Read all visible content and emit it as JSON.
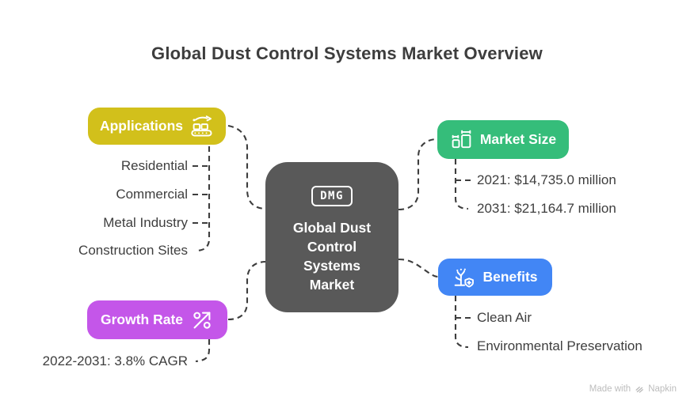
{
  "title": "Global Dust Control Systems Market Overview",
  "colors": {
    "applications": "#d2c01b",
    "market_size": "#35bd7a",
    "benefits": "#4286f5",
    "growth_rate": "#c456e9",
    "center": "#595959",
    "connector": "#3d3d3d",
    "item_text": "#3e3e3e"
  },
  "center": {
    "badge": "DMG",
    "label": "Global Dust Control Systems Market"
  },
  "branches": [
    {
      "label": "Applications",
      "icon": "conveyor-icon",
      "color": "#d2c01b",
      "items": [
        "Residential",
        "Commercial",
        "Metal Industry",
        "Construction Sites"
      ]
    },
    {
      "label": "Market Size",
      "icon": "size-measure-icon",
      "color": "#35bd7a",
      "items": [
        "2021: $14,735.0 million",
        "2031: $21,164.7 million"
      ]
    },
    {
      "label": "Benefits",
      "icon": "tree-shield-icon",
      "color": "#4286f5",
      "items": [
        "Clean Air",
        "Environmental Preservation"
      ]
    },
    {
      "label": "Growth Rate",
      "icon": "percent-growth-icon",
      "color": "#c456e9",
      "items": [
        "2022-2031: 3.8% CAGR"
      ]
    }
  ],
  "watermark": {
    "prefix": "Made with",
    "brand": "Napkin"
  }
}
